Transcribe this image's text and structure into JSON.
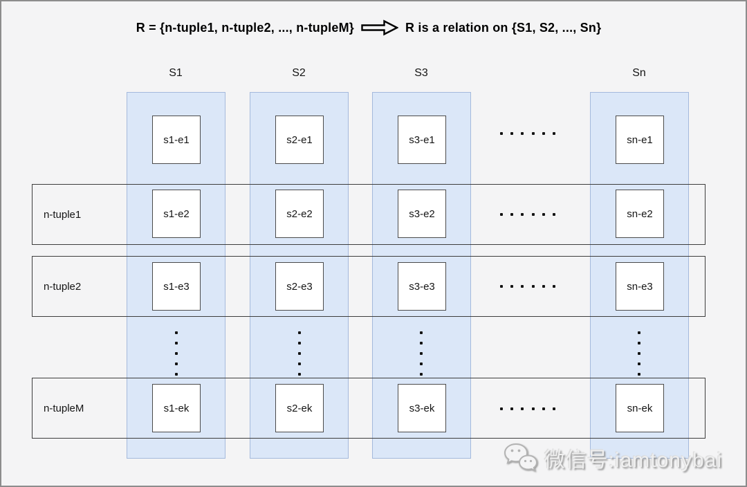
{
  "title": {
    "left": "R = {n-tuple1, n-tuple2, ..., n-tupleM}",
    "right": "R is a relation on {S1, S2, ..., Sn}",
    "arrow_icon": "hollow-right-arrow"
  },
  "columns": [
    {
      "header": "S1",
      "cells": [
        "s1-e1",
        "s1-e2",
        "s1-e3",
        "s1-ek"
      ]
    },
    {
      "header": "S2",
      "cells": [
        "s2-e1",
        "s2-e2",
        "s2-e3",
        "s2-ek"
      ]
    },
    {
      "header": "S3",
      "cells": [
        "s3-e1",
        "s3-e2",
        "s3-e3",
        "s3-ek"
      ]
    },
    {
      "header": "Sn",
      "cells": [
        "sn-e1",
        "sn-e2",
        "sn-e3",
        "sn-ek"
      ]
    }
  ],
  "rows": [
    {
      "label": "n-tuple1"
    },
    {
      "label": "n-tuple2"
    },
    {
      "label": "n-tupleM"
    }
  ],
  "ellipsis": {
    "horizontal_dot_count": 6,
    "vertical_dot_count": 5
  },
  "watermark": {
    "text": "微信号:iamtonybai",
    "icon": "wechat-icon"
  },
  "colors": {
    "background": "#f4f4f5",
    "band_fill": "#dbe7f8",
    "band_border": "#a4b9dc",
    "box_border": "#4a4a4a",
    "row_border": "#3c3c3c",
    "text": "#141414"
  }
}
